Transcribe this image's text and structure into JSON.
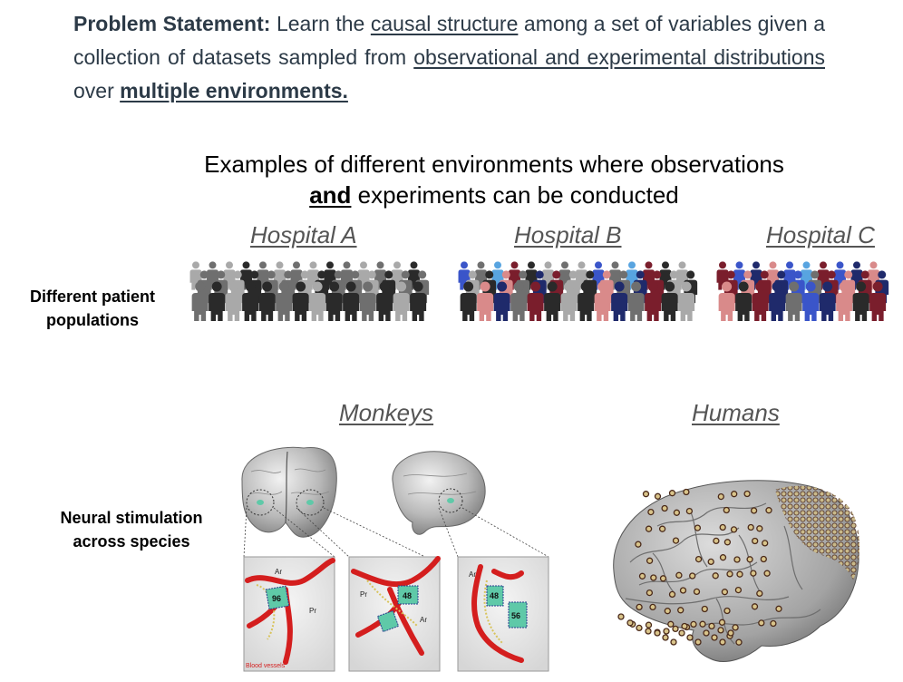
{
  "problem": {
    "lead": "Problem Statement:",
    "t1": " Learn the ",
    "u1": "causal structure",
    "t2": " among a set of variables given a collection of datasets sampled from ",
    "u2": "observational and experimental distributions",
    "t3": " over ",
    "u3": "multiple environments."
  },
  "heading": {
    "line1": "Examples of different environments where observations",
    "and": "and",
    "line2_rest": " experiments can be conducted"
  },
  "environments": {
    "hospital_a": "Hospital A",
    "hospital_b": "Hospital B",
    "hospital_c": "Hospital C",
    "monkeys": "Monkeys",
    "humans": "Humans"
  },
  "rows": {
    "patients_l1": "Different patient",
    "patients_l2": "populations",
    "neural_l1": "Neural stimulation",
    "neural_l2": "across species"
  },
  "figure_text": {
    "ar": "Ar",
    "pr": "Pr",
    "n96": "96",
    "n48": "48",
    "n56": "56",
    "blood": "Blood vessels"
  },
  "colors": {
    "text_dark": "#2c3a47",
    "label_gray": "#555555",
    "gray_dark": "#2a2a2a",
    "gray_mid": "#6f6f6f",
    "gray_light": "#a9a9a9",
    "pink": "#d98a8a",
    "maroon": "#7a1e2c",
    "navy": "#1f2a6b",
    "blue": "#3a55c9",
    "light_blue": "#58a4e0"
  }
}
